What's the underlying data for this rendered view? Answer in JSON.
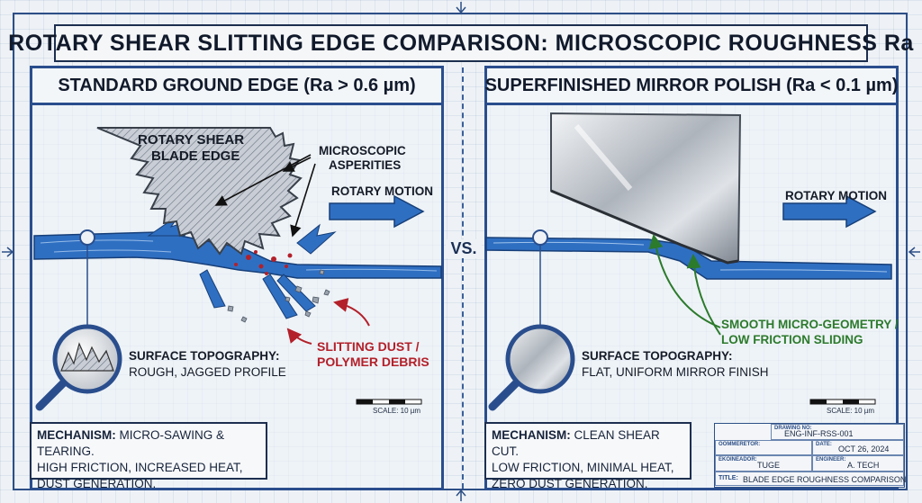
{
  "title": "ROTARY SHEAR SLITTING EDGE COMPARISON: MICROSCOPIC ROUGHNESS Ra",
  "vs_label": "VS.",
  "colors": {
    "blueprint_line": "#2a4e8d",
    "film_blue": "#2f6fc2",
    "debris_red": "#b3202a",
    "smooth_green": "#2c7a2c"
  },
  "left_panel": {
    "heading": "STANDARD GROUND EDGE (Ra > 0.6 µm)",
    "blade_label_line1": "ROTARY SHEAR",
    "blade_label_line2": "BLADE EDGE",
    "asperities_line1": "MICROSCOPIC",
    "asperities_line2": "ASPERITIES",
    "motion_label": "ROTARY MOTION",
    "debris_line1": "SLITTING DUST /",
    "debris_line2": "POLYMER DEBRIS",
    "topography_title": "SURFACE TOPOGRAPHY:",
    "topography_desc": "ROUGH, JAGGED PROFILE",
    "scale_label": "SCALE: 10 µm",
    "mechanism_title": "MECHANISM:",
    "mechanism_line1": " MICRO-SAWING & TEARING.",
    "mechanism_line2": "HIGH FRICTION, INCREASED HEAT,",
    "mechanism_line3": "DUST GENERATION."
  },
  "right_panel": {
    "heading": "SUPERFINISHED MIRROR POLISH (Ra < 0.1 µm)",
    "motion_label": "ROTARY MOTION",
    "smooth_line1": "SMOOTH MICRO-GEOMETRY /",
    "smooth_line2": "LOW FRICTION SLIDING",
    "topography_title": "SURFACE TOPOGRAPHY:",
    "topography_desc": "FLAT, UNIFORM MIRROR FINISH",
    "scale_label": "SCALE: 10 µm",
    "mechanism_title": "MECHANISM:",
    "mechanism_line1": " CLEAN SHEAR CUT.",
    "mechanism_line2": "LOW FRICTION, MINIMAL HEAT,",
    "mechanism_line3": "ZERO DUST GENERATION."
  },
  "title_block": {
    "drawing_no_caption": "DRAWING NO:",
    "drawing_no": "ENG-INF-RSS-001",
    "oommeretor_caption": "OOMMERETOR:",
    "date_caption": "DATE:",
    "date": "OCT 26, 2024",
    "ekoineador_caption": "EKOINEADOR:",
    "ekoineador": "TUGE",
    "engineer_caption": "ENGINEER:",
    "engineer": "A. TECH",
    "title_caption": "TITLE:",
    "title": "BLADE EDGE ROUGHNESS COMPARISON"
  }
}
